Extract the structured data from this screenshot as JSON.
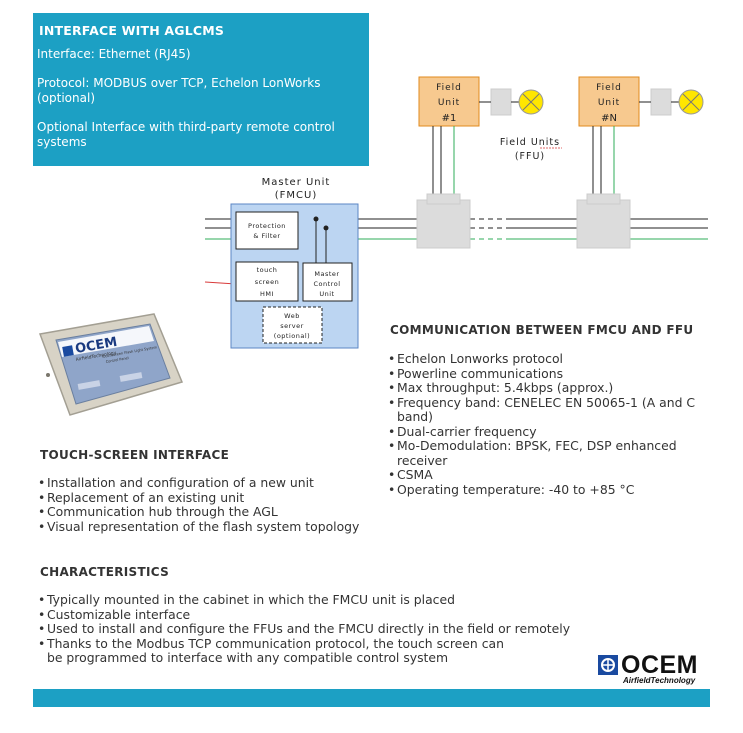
{
  "interface_box": {
    "title": "INTERFACE WITH AGLCMS",
    "items": [
      "Interface: Ethernet (RJ45)",
      "Protocol: MODBUS over TCP, Echelon LonWorks (optional)",
      "Optional Interface with third-party remote control systems"
    ]
  },
  "diagram": {
    "master_title": "Master Unit",
    "master_subtitle": "(FMCU)",
    "protection_label": [
      "Protection",
      "& Filter"
    ],
    "touch_label": [
      "touch",
      "screen",
      "HMI"
    ],
    "control_label": [
      "Master",
      "Control",
      "Unit"
    ],
    "web_label": [
      "Web",
      "server",
      "(optional)"
    ],
    "field_unit_1": [
      "Field",
      "Unit",
      "#1"
    ],
    "field_unit_n": [
      "Field",
      "Unit",
      "#N"
    ],
    "field_units_label": "Field Units",
    "field_units_sub": "(FFU)",
    "colors": {
      "unit_fill": "#f7c98f",
      "unit_border": "#e08a1c",
      "master_fill": "#bcd5f2",
      "master_border": "#5b86c4",
      "lamp": "#ffe600",
      "green_line": "#2fae5a",
      "red_line": "#d83a3a"
    }
  },
  "device": {
    "brand": "OCEM",
    "brand_sub": "AirfieldTechnology",
    "screen_lines": [
      "Touchscreen Flash Light System",
      "Control Panel"
    ]
  },
  "communication": {
    "heading": "COMMUNICATION BETWEEN FMCU AND FFU",
    "items": [
      "Echelon Lonworks protocol",
      "Powerline communications",
      "Max throughput: 5.4kbps (approx.)",
      "Frequency band: CENELEC EN 50065-1 (A and C band)",
      "Dual-carrier frequency",
      "Mo-Demodulation: BPSK, FEC, DSP enhanced receiver",
      "CSMA",
      "Operating temperature: -40 to +85 °C"
    ]
  },
  "touch_screen": {
    "heading": "TOUCH-SCREEN INTERFACE",
    "items": [
      "Installation and configuration of a new unit",
      "Replacement of an existing unit",
      "Communication hub through the AGL",
      "Visual representation of the flash system topology"
    ]
  },
  "characteristics": {
    "heading": "CHARACTERISTICS",
    "items": [
      "Typically mounted in the cabinet in which the FMCU unit is placed",
      "Customizable interface",
      "Used to install and configure the FFUs and the FMCU directly in the field or remotely",
      "Thanks to the Modbus TCP communication protocol, the touch screen can be programmed to interface with any compatible control system"
    ]
  },
  "logo": {
    "brand": "OCEM",
    "tagline": "AirfieldTechnology"
  }
}
